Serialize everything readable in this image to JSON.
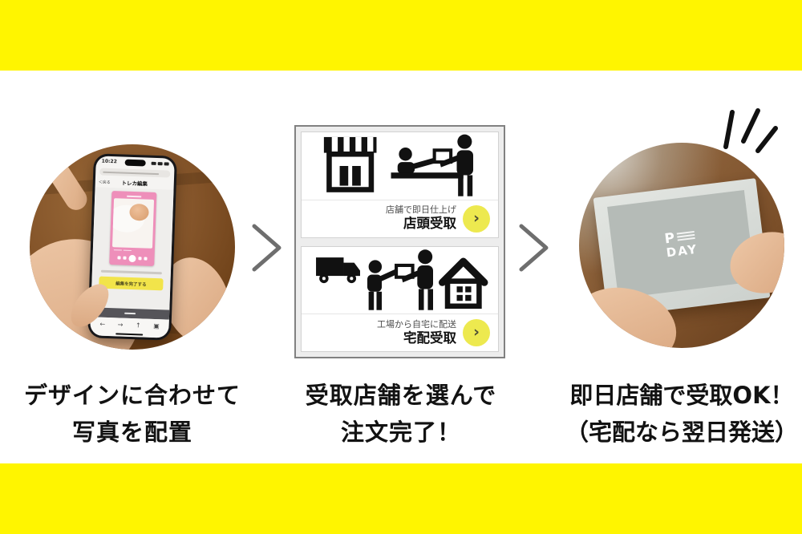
{
  "step_captions": [
    {
      "line1": "デザインに合わせて",
      "line2": "写真を配置"
    },
    {
      "line1": "受取店舗を選んで",
      "line2": "注文完了！"
    },
    {
      "line1": "即日店舗で受取OK！",
      "line2": "（宅配なら翌日発送）"
    }
  ],
  "pickup_panel": {
    "options": [
      {
        "sub_label": "店舗で即日仕上げ",
        "main_label": "店頭受取",
        "arrow_glyph": "›"
      },
      {
        "sub_label": "工場から自宅に配送",
        "main_label": "宅配受取",
        "arrow_glyph": "›"
      }
    ]
  },
  "phone": {
    "status_time": "10:22",
    "back_label": "＜戻る",
    "screen_title": "トレカ編集",
    "primary_button": "編集を完了する",
    "nav_back": "←",
    "nav_forward": "→",
    "nav_share": "↑",
    "nav_tabs": "▣"
  },
  "package_logo": {
    "mark": "P",
    "word": "DAY"
  },
  "colors": {
    "band_yellow": "#FFF500",
    "arrow_circle_yellow": "#EDE94F",
    "phone_button_yellow": "#F2E44A",
    "pictogram_black": "#111111",
    "chevron_gray": "#6E6E6E"
  }
}
